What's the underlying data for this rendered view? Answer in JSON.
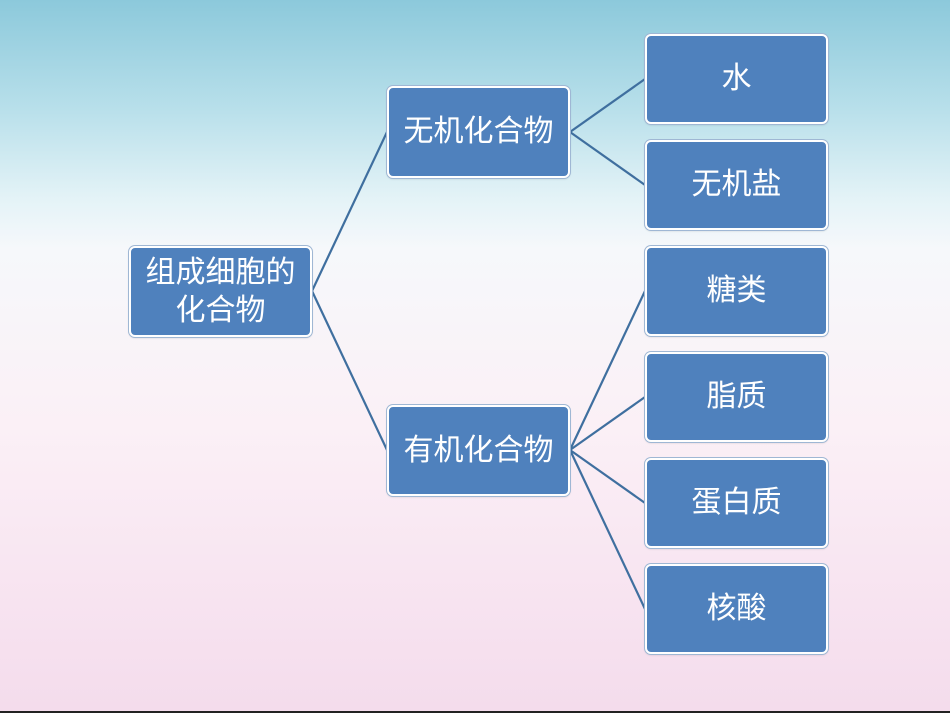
{
  "diagram": {
    "root": {
      "line1": "组成细胞的",
      "line2": "化合物"
    },
    "branches": [
      {
        "label": "无机化合物",
        "children": [
          "水",
          "无机盐"
        ]
      },
      {
        "label": "有机化合物",
        "children": [
          "糖类",
          "脂质",
          "蛋白质",
          "核酸"
        ]
      }
    ]
  },
  "colors": {
    "node_fill": "#4f81bd",
    "node_border": "#ffffff",
    "connector": "#3f6f9f",
    "text": "#ffffff"
  }
}
